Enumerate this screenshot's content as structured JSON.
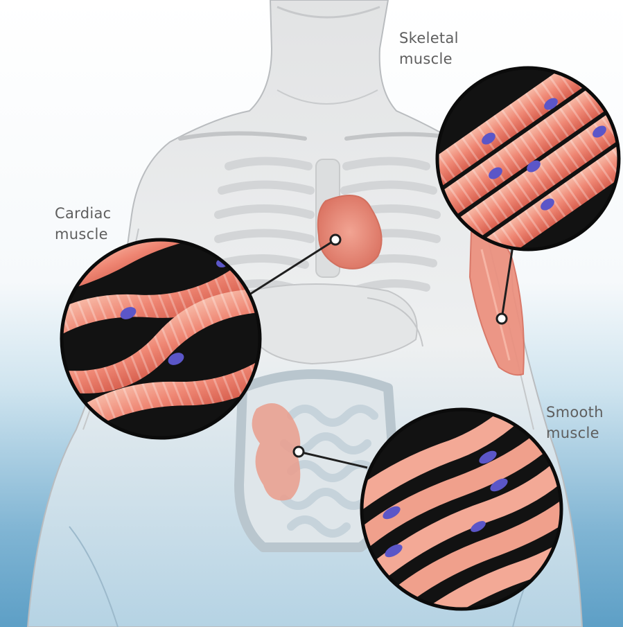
{
  "labels": {
    "skeletal": {
      "line1": "Skeletal",
      "line2": "muscle"
    },
    "cardiac": {
      "line1": "Cardiac",
      "line2": "muscle"
    },
    "smooth": {
      "line1": "Smooth",
      "line2": "muscle"
    }
  },
  "colors": {
    "muscle_fiber": "#f08a78",
    "nucleus": "#5b56c8",
    "inset_background": "#141414",
    "body_outline": "#b9bcbf",
    "highlight_organ": "#e8806f"
  }
}
